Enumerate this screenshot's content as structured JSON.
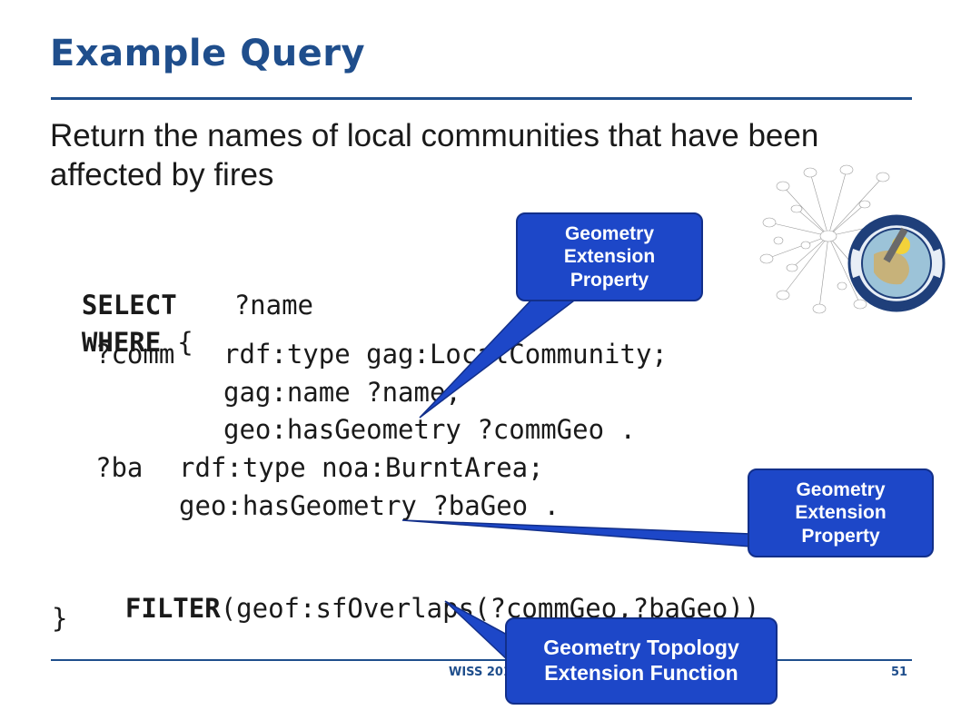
{
  "slide": {
    "title": "Example Query",
    "subtitle": "Return the names of local communities that have been affected by fires",
    "footer": {
      "left": "WISS 2015",
      "page": "51"
    }
  },
  "query": {
    "select_kw": "SELECT",
    "select_var": "?name",
    "where_kw": "WHERE",
    "open_brace": "{",
    "line_comm_subject": "?comm",
    "line_comm_type": "rdf:type gag:LocalCommunity;",
    "line_comm_name": "gag:name ?name;",
    "line_comm_geom": "geo:hasGeometry ?commGeo .",
    "line_ba_subject": "?ba",
    "line_ba_type": "rdf:type noa:BurntArea;",
    "line_ba_geom": "geo:hasGeometry ?baGeo .",
    "filter_kw": "FILTER",
    "filter_expr": "(geof:sfOverlaps(?commGeo,?baGeo))",
    "close_brace": "}"
  },
  "callouts": [
    {
      "line1": "Geometry",
      "line2": "Extension",
      "line3": "Property"
    },
    {
      "line1": "Geometry",
      "line2": "Extension",
      "line3": "Property"
    },
    {
      "line1": "Geometry Topology",
      "line2": "Extension Function"
    }
  ],
  "colors": {
    "title": "#1f4e8c",
    "callout_fill": "#1d47c8",
    "callout_border": "#122f8a"
  },
  "logo_icon": "remote-sensing-institute-logo"
}
